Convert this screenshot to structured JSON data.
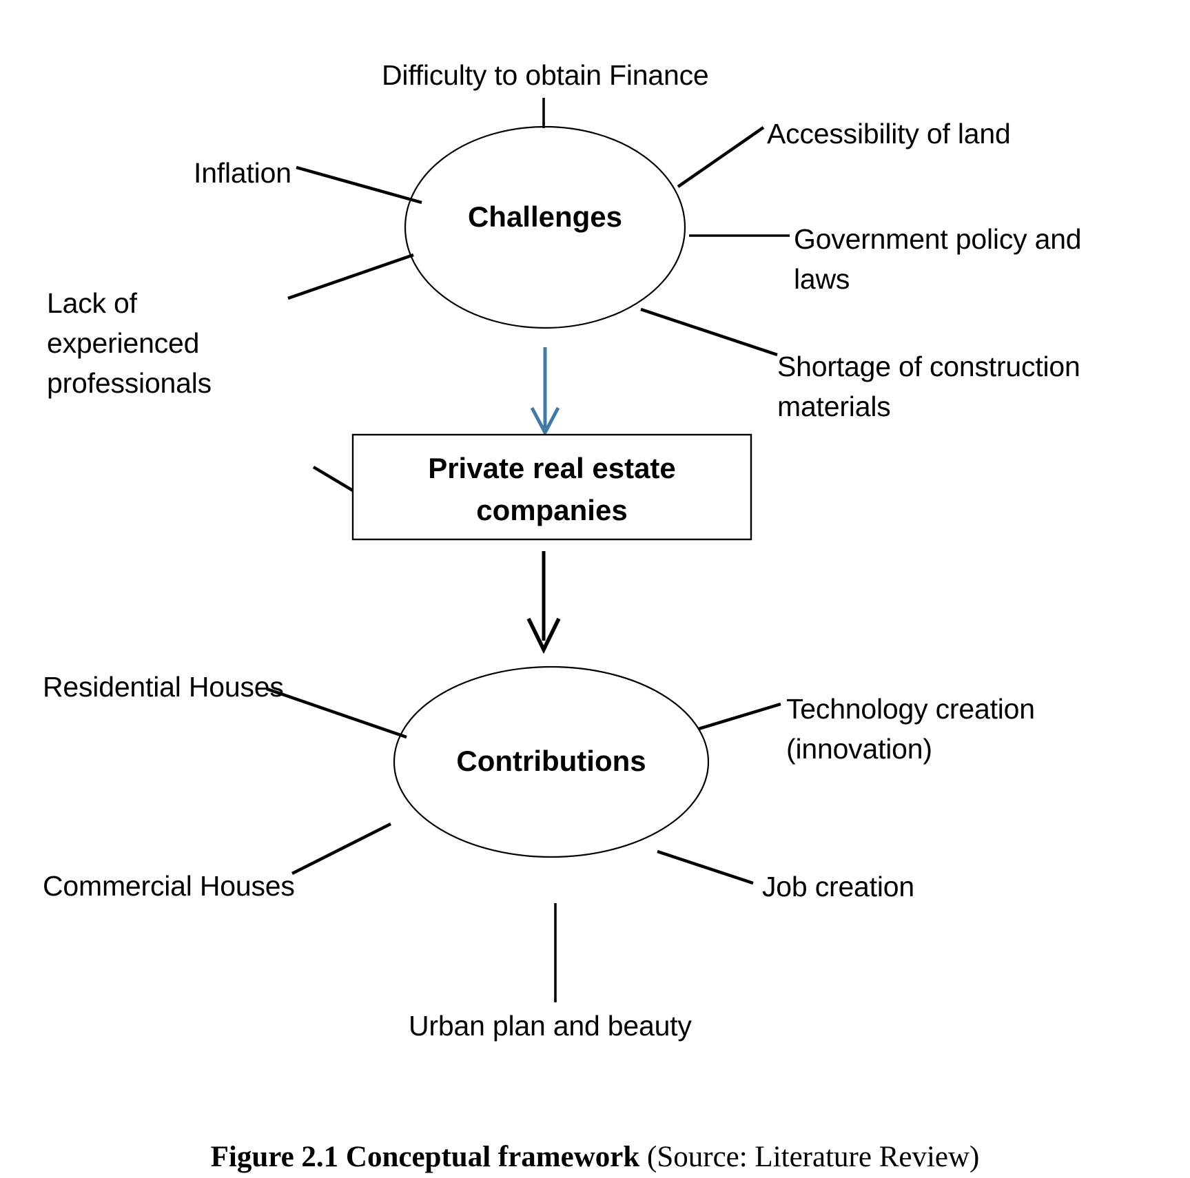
{
  "figure": {
    "caption_bold": "Figure 2.1 Conceptual framework",
    "caption_source": " (Source: Literature Review)",
    "accent_blue": "#4179a8",
    "stroke_black": "#000000",
    "background": "#ffffff"
  },
  "nodes": {
    "challenges": {
      "label": "Challenges",
      "shape": "ellipse"
    },
    "center_box": {
      "label_line1": "Private real estate",
      "label_line2": "companies",
      "shape": "rectangle"
    },
    "contributions": {
      "label": "Contributions",
      "shape": "ellipse"
    }
  },
  "challenges_items": [
    {
      "label": "Difficulty to obtain Finance",
      "position": "top"
    },
    {
      "label": "Accessibility of land",
      "position": "top-right"
    },
    {
      "label": "Government policy and\nlaws",
      "position": "right"
    },
    {
      "label": "Shortage of construction\nmaterials",
      "position": "bottom-right"
    },
    {
      "label": "Inflation",
      "position": "top-left"
    },
    {
      "label": "Lack of experienced\nprofessionals",
      "position": "bottom-left"
    }
  ],
  "contributions_items": [
    {
      "label": "Residential Houses",
      "position": "top-left"
    },
    {
      "label": "Technology creation\n(innovation)",
      "position": "top-right"
    },
    {
      "label": "Commercial Houses",
      "position": "bottom-left"
    },
    {
      "label": "Job creation",
      "position": "bottom-right"
    },
    {
      "label": "Urban plan and beauty",
      "position": "bottom"
    }
  ],
  "arrows": [
    {
      "name": "challenges-to-box",
      "color": "#4179a8",
      "direction": "down"
    },
    {
      "name": "box-to-contributions",
      "color": "#000000",
      "direction": "down"
    }
  ]
}
